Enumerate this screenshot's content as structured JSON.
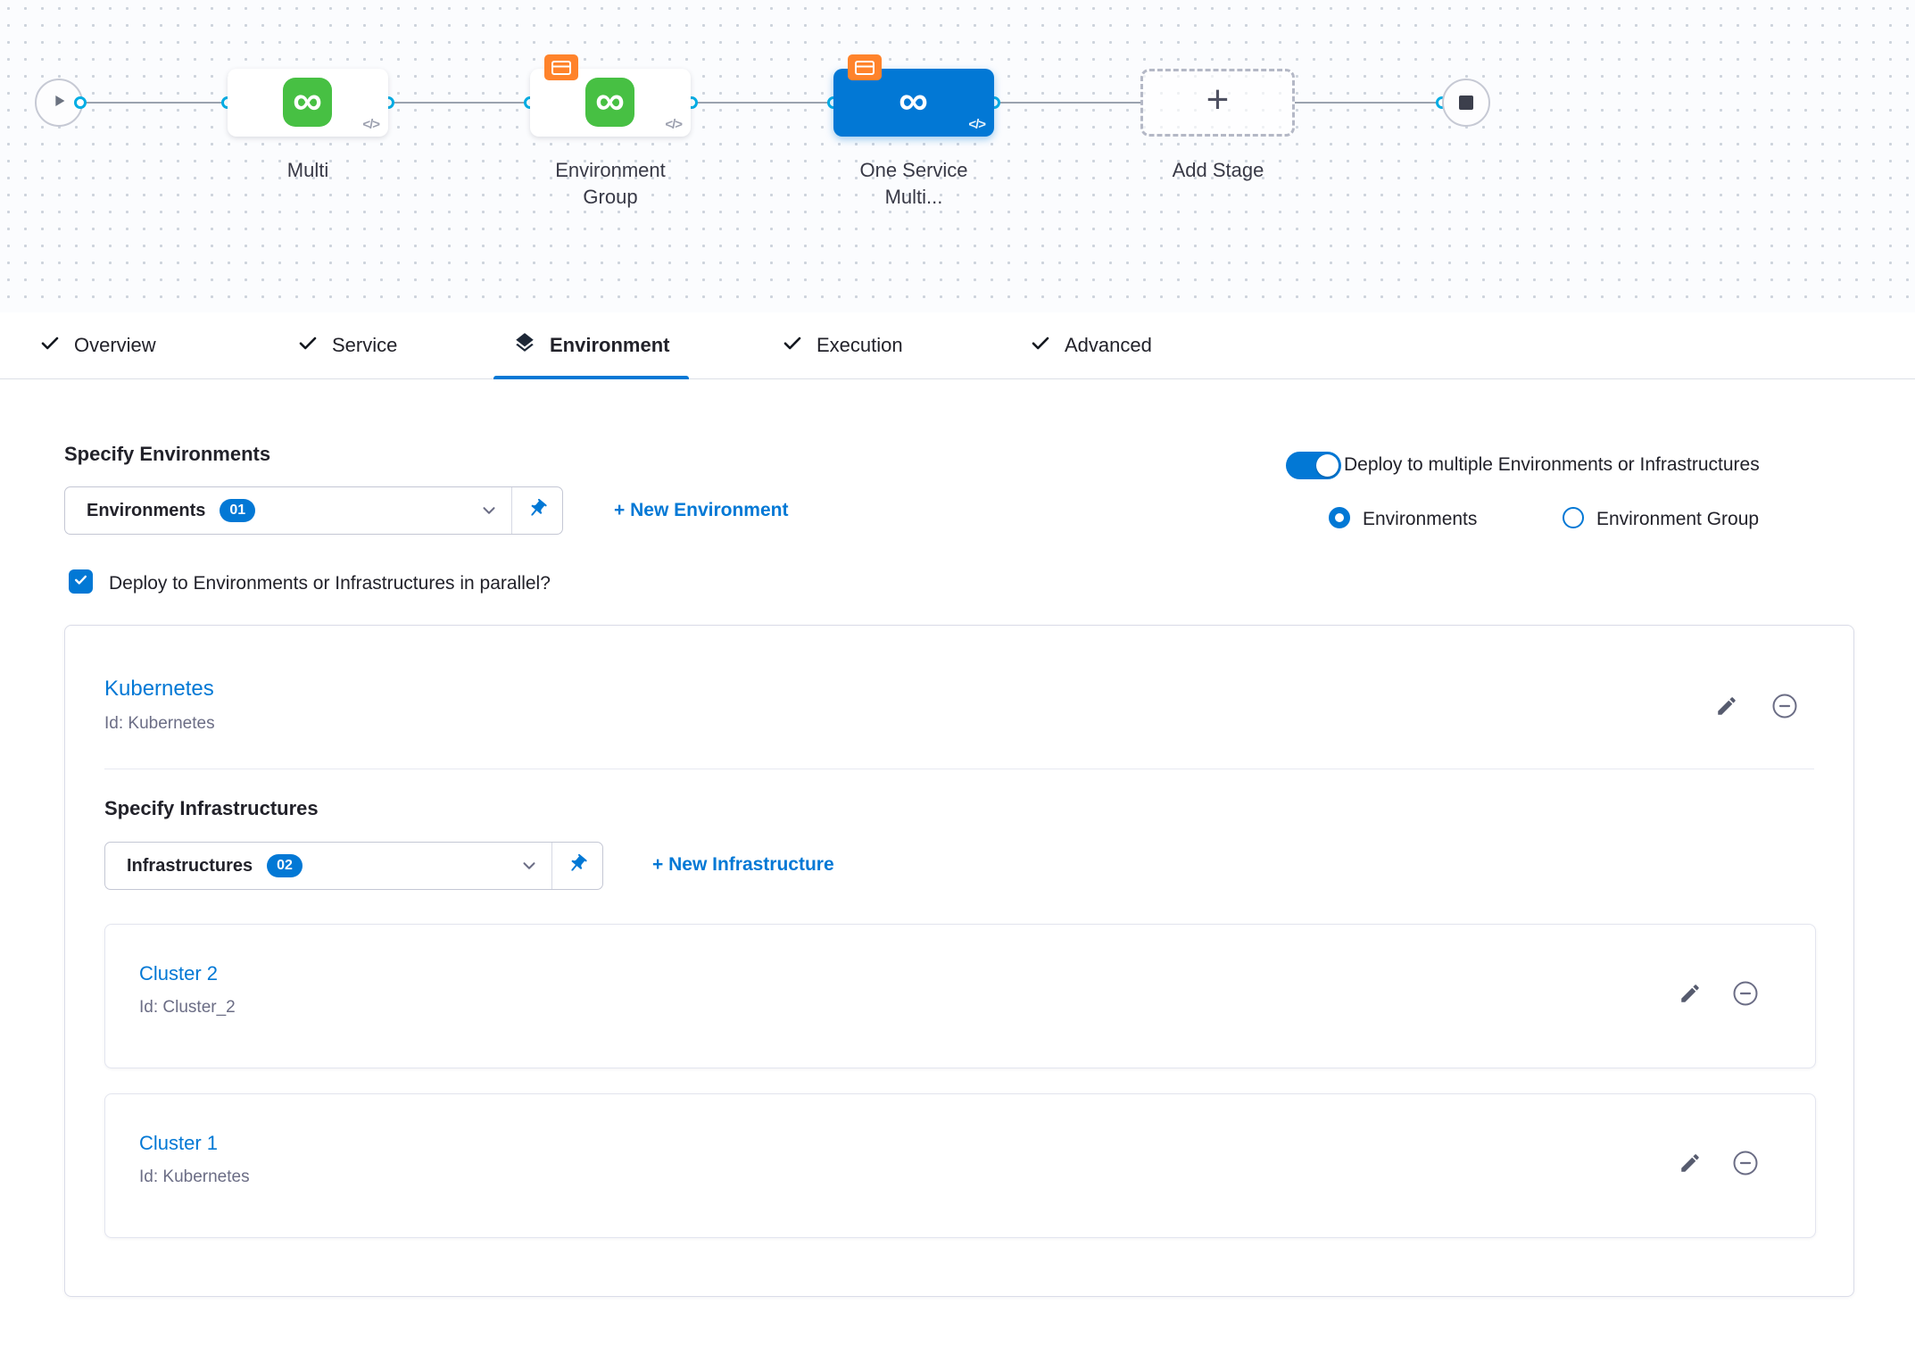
{
  "icons": {
    "infinity-icon": "∞",
    "code-icon": "</>",
    "plus-icon": "+"
  },
  "pipeline": {
    "stages": [
      {
        "label": "Multi",
        "template": false,
        "selected": false
      },
      {
        "label": "Environment Group",
        "template": true,
        "selected": false
      },
      {
        "label": "One Service Multi...",
        "template": true,
        "selected": true
      }
    ],
    "add_stage_label": "Add Stage"
  },
  "tabs": [
    {
      "label": "Overview",
      "active": false
    },
    {
      "label": "Service",
      "active": false
    },
    {
      "label": "Environment",
      "active": true
    },
    {
      "label": "Execution",
      "active": false
    },
    {
      "label": "Advanced",
      "active": false
    }
  ],
  "environments": {
    "heading": "Specify Environments",
    "dropdown": {
      "label": "Environments",
      "count": "01"
    },
    "new_environment_link": "+ New Environment",
    "toggle_label": "Deploy to multiple Environments or Infrastructures",
    "radios": [
      {
        "label": "Environments",
        "selected": true
      },
      {
        "label": "Environment Group",
        "selected": false
      }
    ],
    "parallel_label": "Deploy to Environments or Infrastructures in parallel?"
  },
  "environment_card": {
    "name": "Kubernetes",
    "id": "Id: Kubernetes",
    "infrastructure": {
      "heading": "Specify Infrastructures",
      "dropdown": {
        "label": "Infrastructures",
        "count": "02"
      },
      "new_infrastructure_link": "+ New Infrastructure",
      "items": [
        {
          "name": "Cluster 2",
          "id": "Id: Cluster_2"
        },
        {
          "name": "Cluster 1",
          "id": "Id: Kubernetes"
        }
      ]
    }
  },
  "colors": {
    "accent": "#0278d5",
    "stage_green": "#47c043",
    "template_orange": "#ff832b",
    "connector_teal": "#00ade4"
  }
}
